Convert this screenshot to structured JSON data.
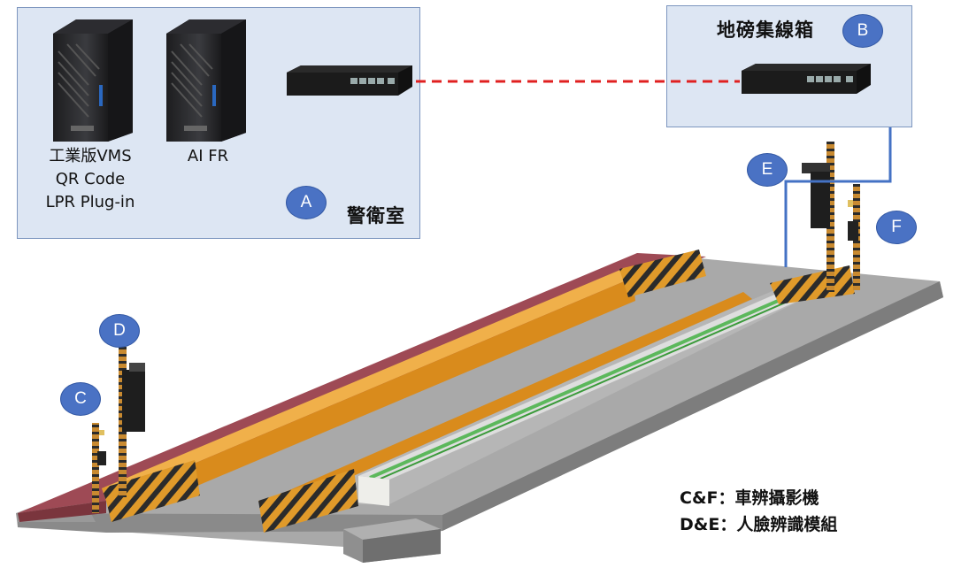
{
  "guard_room": {
    "servers": [
      {
        "lines": [
          "工業版VMS",
          "QR Code",
          "LPR Plug-in"
        ]
      },
      {
        "lines": [
          "AI FR"
        ]
      }
    ],
    "marker": "A",
    "room_label": "警衛室"
  },
  "junction_box": {
    "title": "地磅集線箱",
    "marker": "B"
  },
  "markers": {
    "c": "C",
    "d": "D",
    "e": "E",
    "f": "F"
  },
  "legend": [
    "C&F：車辨攝影機",
    "D&E：人臉辨識模組"
  ],
  "colors": {
    "box_fill": "#dde6f3",
    "marker_blue": "#4a72c4",
    "ethernet_red": "#e02020",
    "cable_blue": "#4472c4",
    "curb_orange": "#d98b1c",
    "side_red": "#9e4a55",
    "road_gray": "#a6a6a6",
    "scale_green": "#5cb85c"
  }
}
